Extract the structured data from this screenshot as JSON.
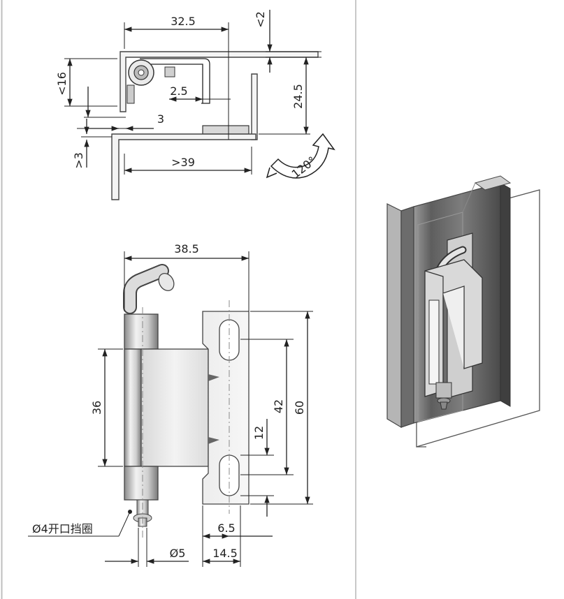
{
  "top_view": {
    "dim_width": "32.5",
    "dim_top_gap": "<2",
    "dim_height_left": "<16",
    "dim_offset": "2.5",
    "dim_thickness": "3",
    "dim_height_right": "24.5",
    "dim_bottom_gap": ">3",
    "dim_span": ">39",
    "rotation_angle": "120°"
  },
  "front_view": {
    "dim_overall_width": "38.5",
    "dim_leaf_height": "36",
    "dim_slot_pitch": "42",
    "dim_total_height": "60",
    "dim_slot_length": "12",
    "dim_slot_offset": "6.5",
    "dim_pin_diameter": "Ø5",
    "dim_plate_width": "14.5",
    "callout_label": "Ø4开口挡圈"
  },
  "colors": {
    "line": "#222222",
    "divider": "#bfbfbf",
    "metal_light": "#e6e6e6",
    "metal_dark": "#555555"
  }
}
